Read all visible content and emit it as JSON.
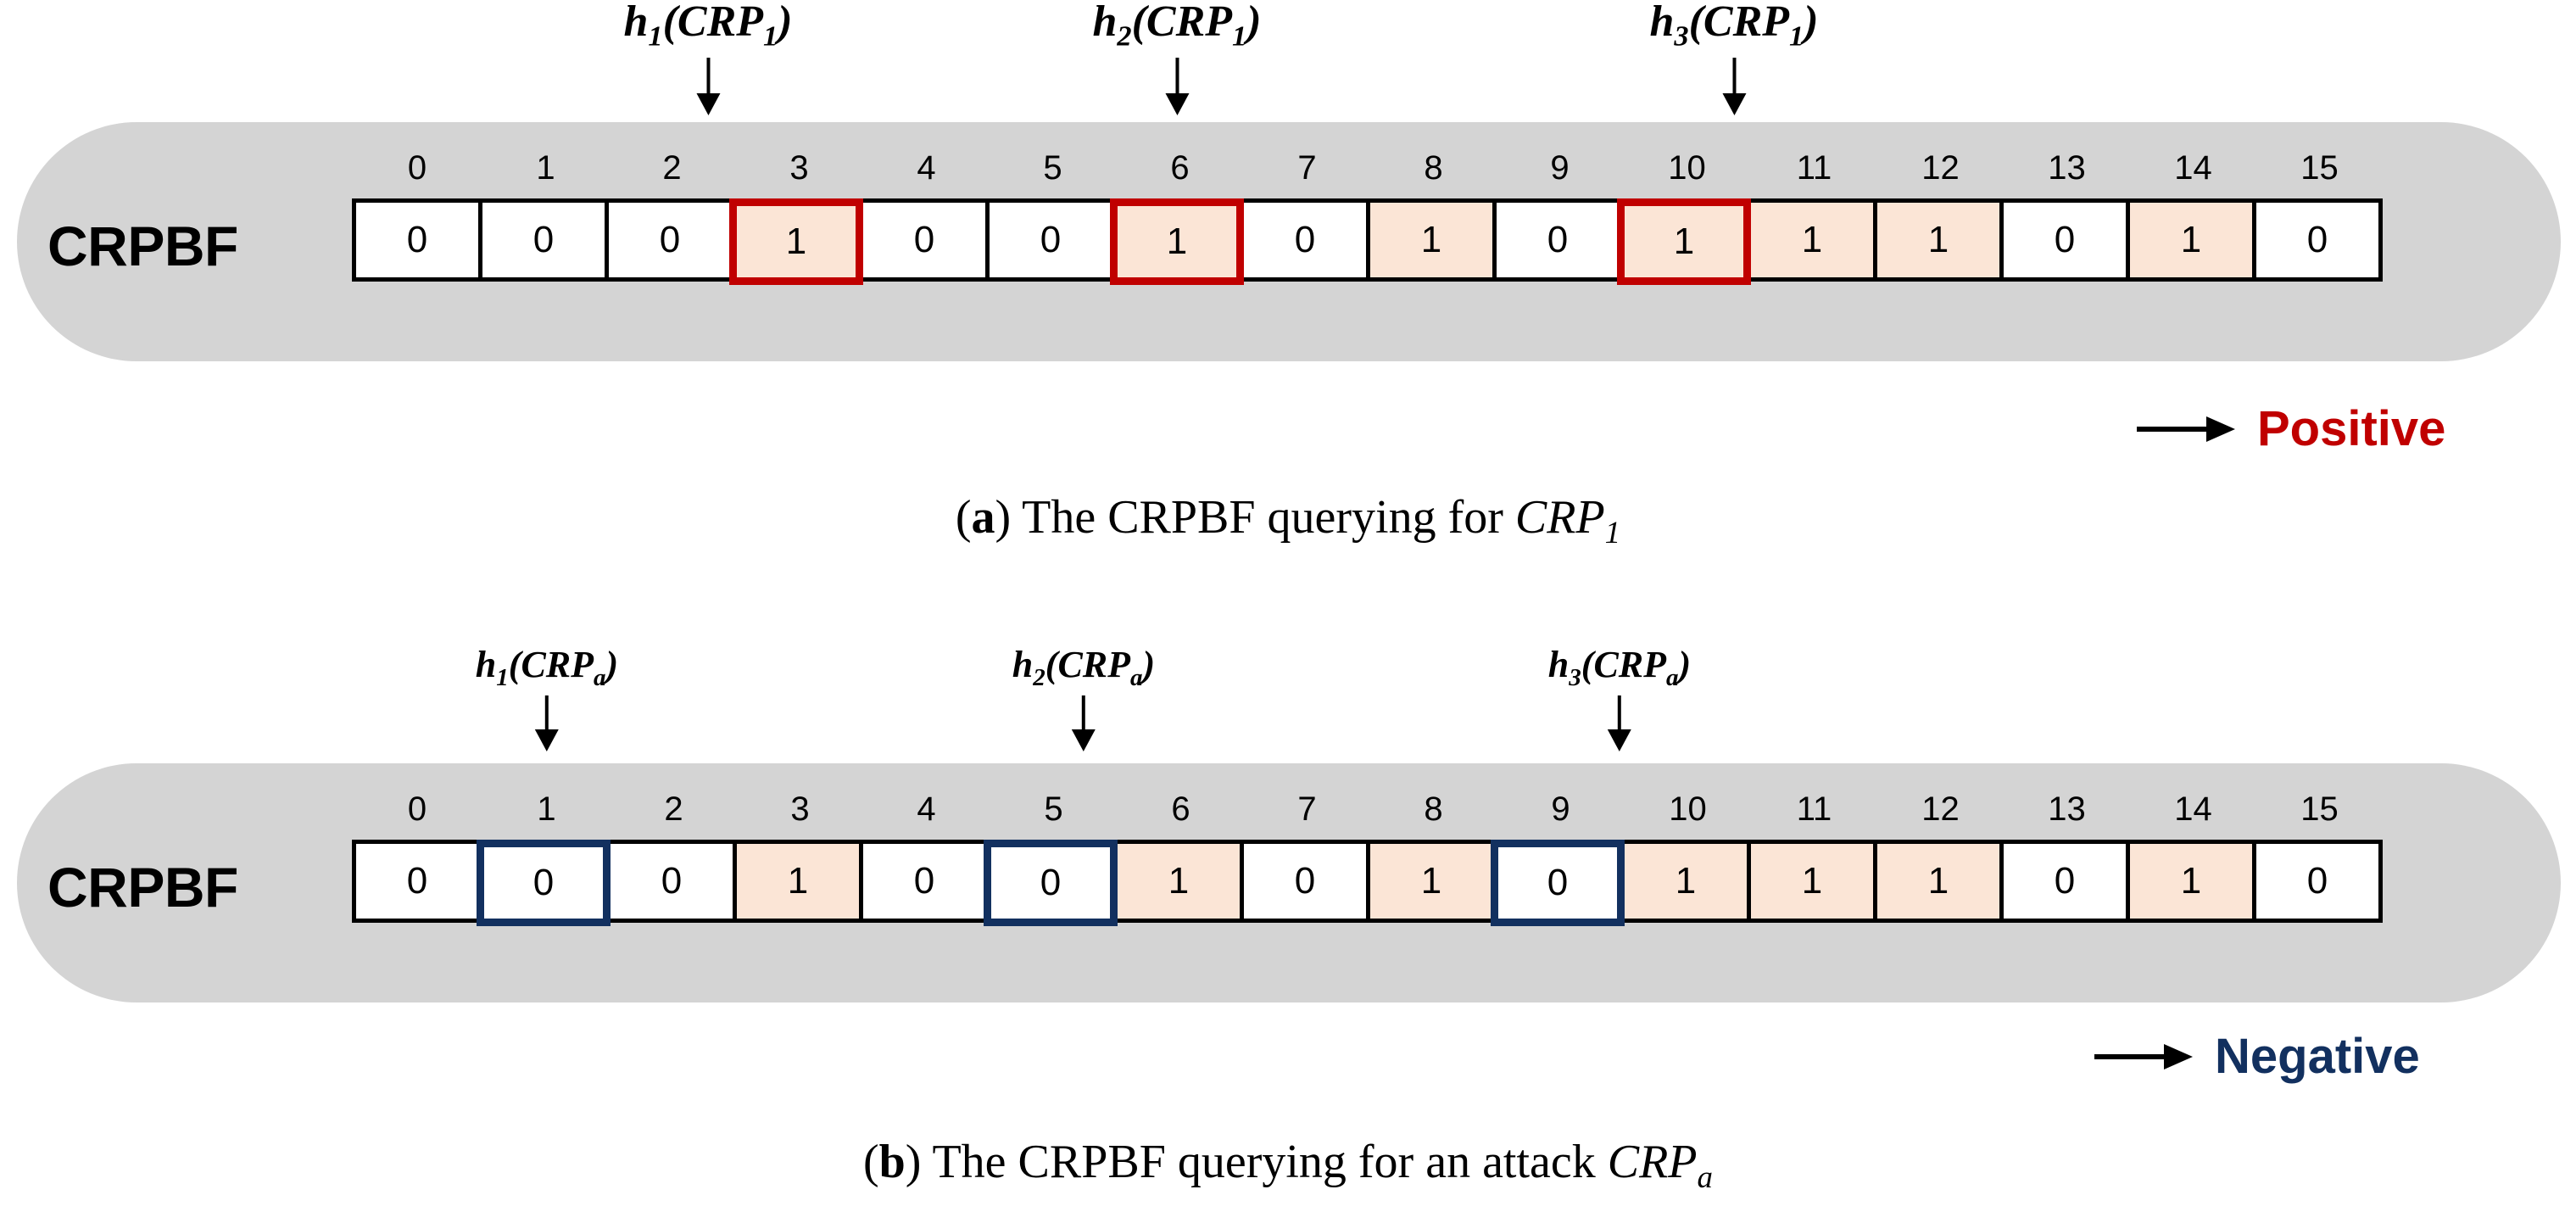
{
  "figure": {
    "colors": {
      "pill_gray": "#d4d4d4",
      "cell_set_fill": "#fbe5d6",
      "positive_red": "#c00000",
      "negative_navy": "#12305f",
      "cell_border": "#000000"
    }
  },
  "panel_a": {
    "id": "a",
    "side_label": "CRPBF",
    "indices": [
      "0",
      "1",
      "2",
      "3",
      "4",
      "5",
      "6",
      "7",
      "8",
      "9",
      "10",
      "11",
      "12",
      "13",
      "14",
      "15"
    ],
    "bits": [
      "0",
      "0",
      "0",
      "1",
      "0",
      "0",
      "1",
      "0",
      "1",
      "0",
      "1",
      "1",
      "1",
      "0",
      "1",
      "0"
    ],
    "set_flags": [
      false,
      false,
      false,
      true,
      false,
      false,
      true,
      false,
      true,
      false,
      true,
      true,
      true,
      false,
      true,
      false
    ],
    "marked_indices": [
      3,
      6,
      10
    ],
    "mark_color": "#c00000",
    "hash_labels": [
      {
        "fn": "h",
        "fn_sub": "1",
        "arg": "CRP",
        "arg_sub": "1",
        "target_index": 3
      },
      {
        "fn": "h",
        "fn_sub": "2",
        "arg": "CRP",
        "arg_sub": "1",
        "target_index": 6
      },
      {
        "fn": "h",
        "fn_sub": "3",
        "arg": "CRP",
        "arg_sub": "1",
        "target_index": 10
      }
    ],
    "verdict": {
      "label": "Positive",
      "color": "#c00000",
      "arrow": "right-arrow"
    },
    "caption": {
      "tag": "(a)",
      "text": " The CRPBF querying for ",
      "math": "CRP",
      "math_sub": "1"
    }
  },
  "panel_b": {
    "id": "b",
    "side_label": "CRPBF",
    "indices": [
      "0",
      "1",
      "2",
      "3",
      "4",
      "5",
      "6",
      "7",
      "8",
      "9",
      "10",
      "11",
      "12",
      "13",
      "14",
      "15"
    ],
    "bits": [
      "0",
      "0",
      "0",
      "1",
      "0",
      "0",
      "1",
      "0",
      "1",
      "0",
      "1",
      "1",
      "1",
      "0",
      "1",
      "0"
    ],
    "set_flags": [
      false,
      false,
      false,
      true,
      false,
      false,
      true,
      false,
      true,
      false,
      true,
      true,
      true,
      false,
      true,
      false
    ],
    "marked_indices": [
      1,
      5,
      9
    ],
    "mark_color": "#12305f",
    "hash_labels": [
      {
        "fn": "h",
        "fn_sub": "1",
        "arg": "CRP",
        "arg_sub": "a",
        "target_index": 1
      },
      {
        "fn": "h",
        "fn_sub": "2",
        "arg": "CRP",
        "arg_sub": "a",
        "target_index": 5
      },
      {
        "fn": "h",
        "fn_sub": "3",
        "arg": "CRP",
        "arg_sub": "a",
        "target_index": 9
      }
    ],
    "verdict": {
      "label": "Negative",
      "color": "#12305f",
      "arrow": "right-arrow"
    },
    "caption": {
      "tag": "(b)",
      "text": " The CRPBF querying for an attack ",
      "math": "CRP",
      "math_sub": "a"
    }
  }
}
